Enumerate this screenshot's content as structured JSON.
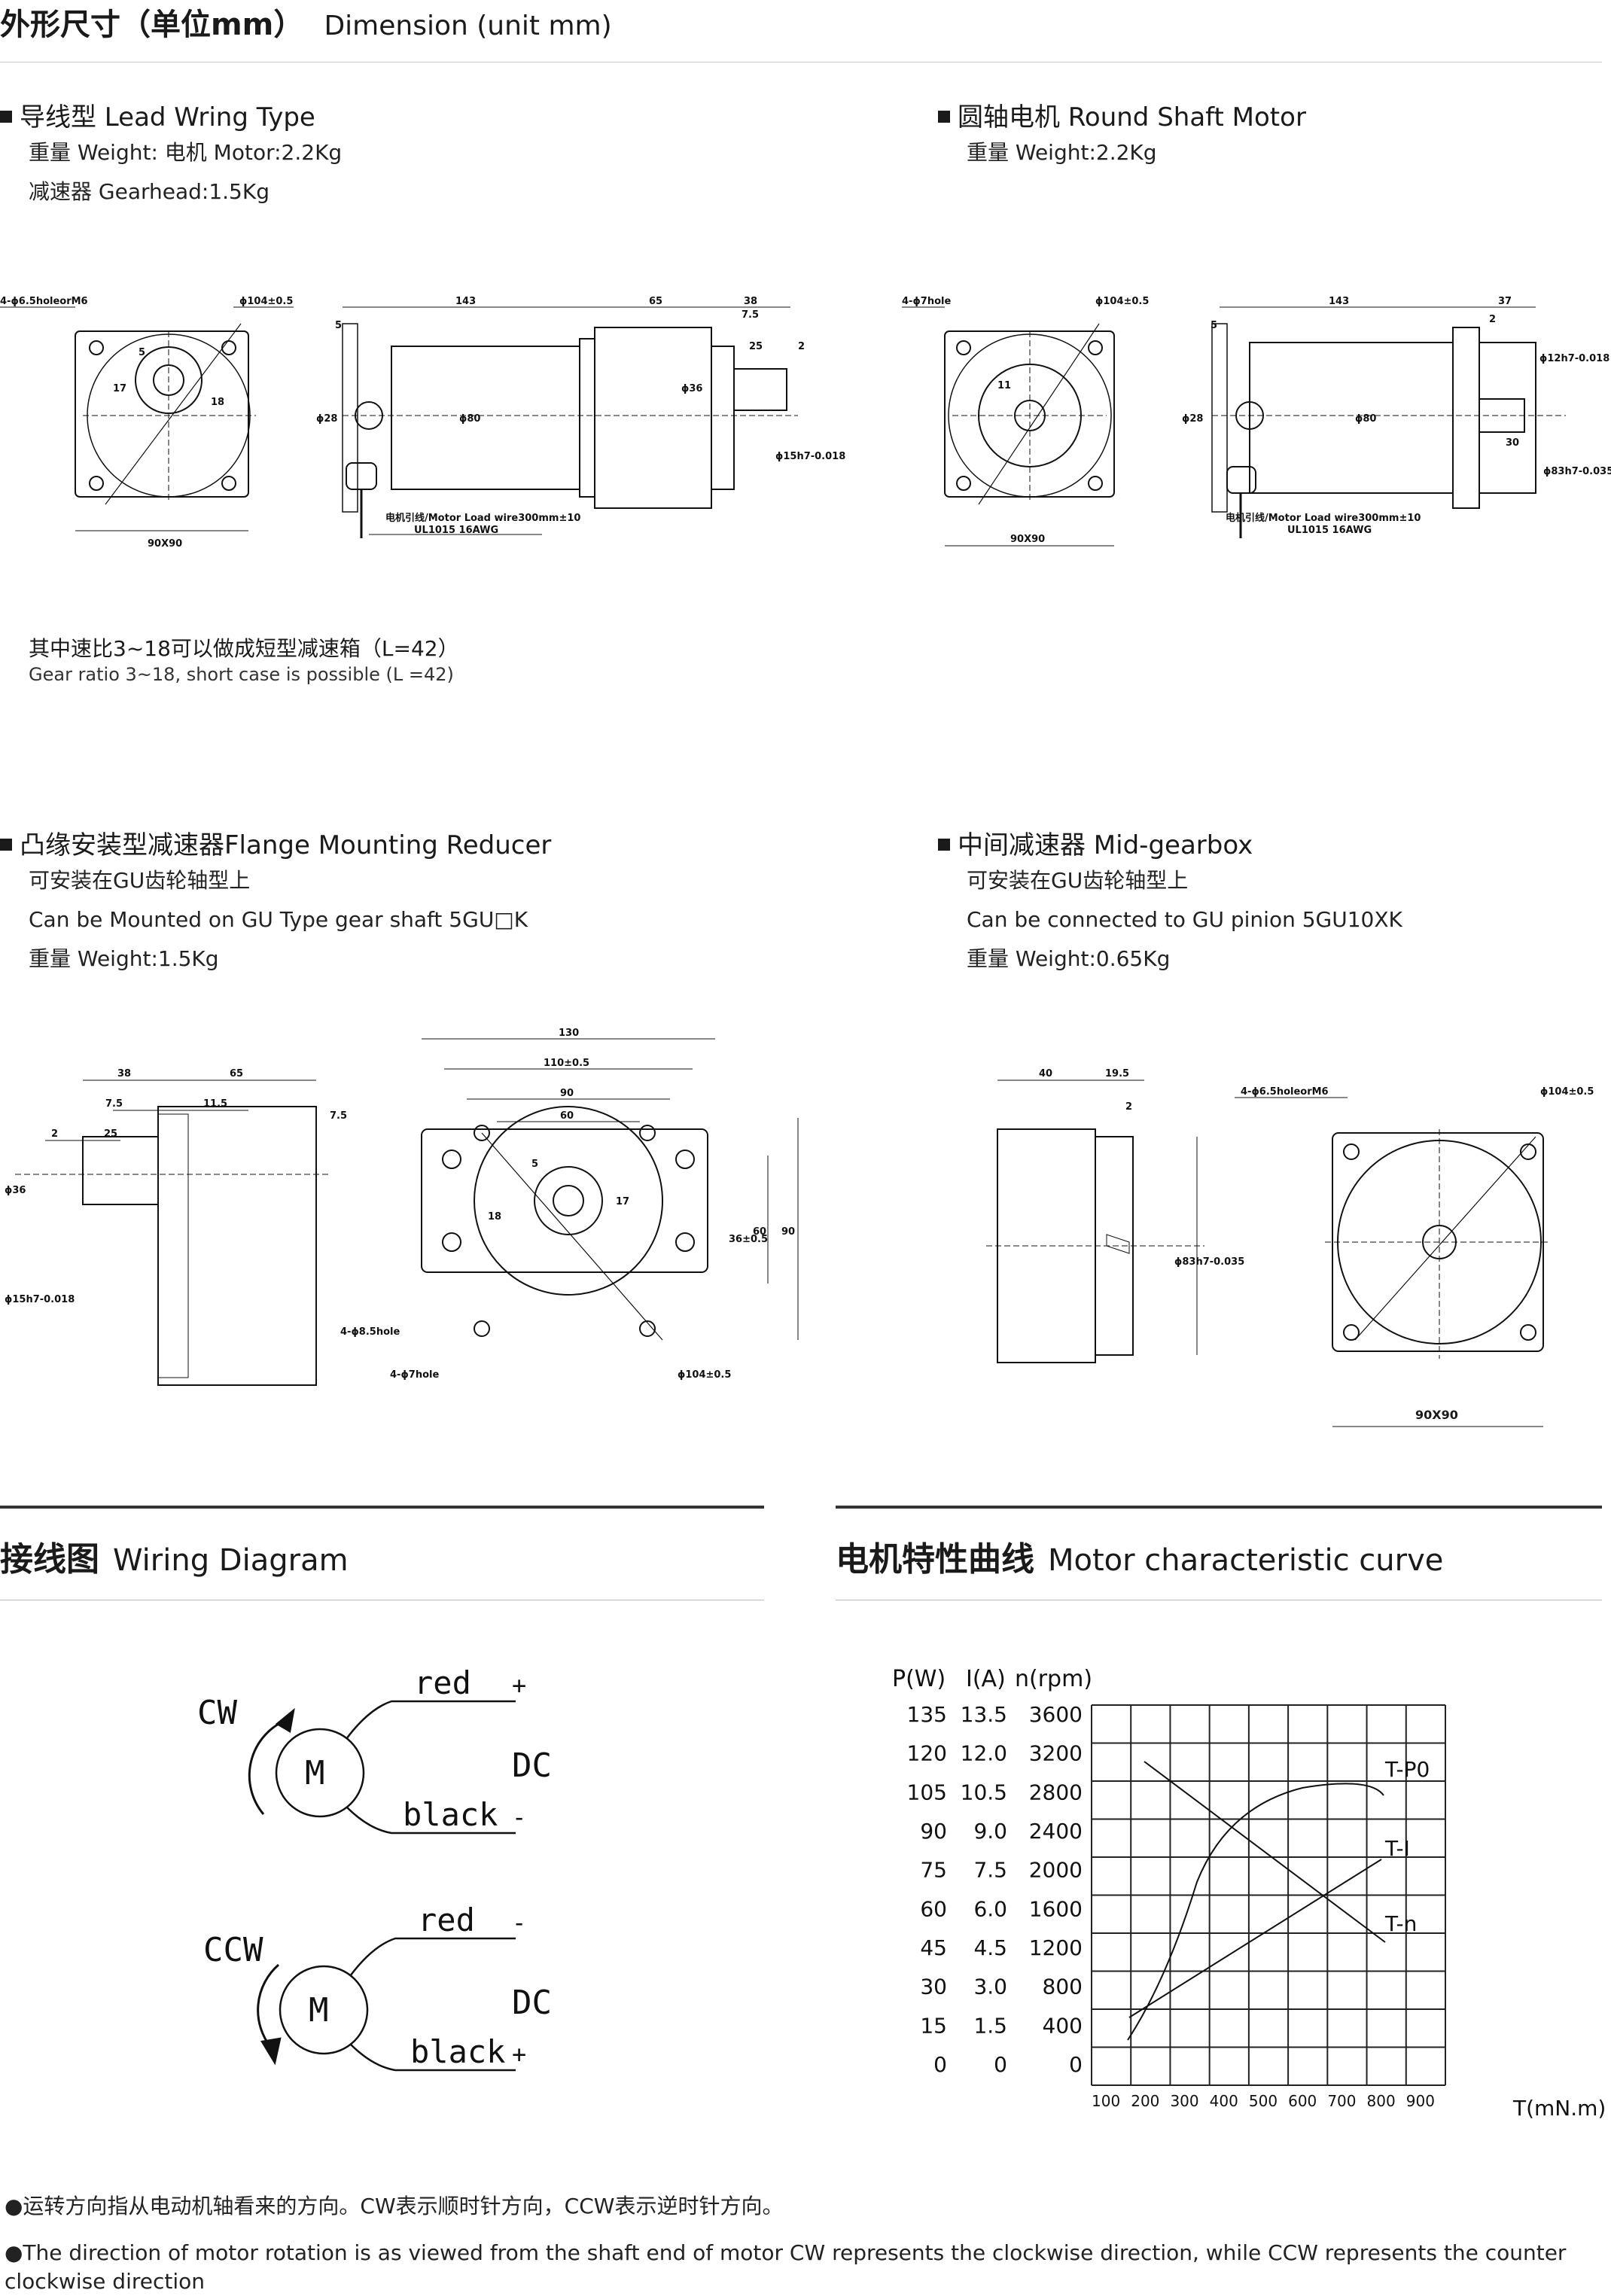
{
  "header": {
    "title_cn": "外形尺寸（单位mm）",
    "title_en": "Dimension (unit mm)"
  },
  "sections": {
    "lead": {
      "heading": "导线型 Lead Wring Type",
      "line1": "重量 Weight:  电机 Motor:2.2Kg",
      "line2": "减速器 Gearhead:1.5Kg"
    },
    "round": {
      "heading": "圆轴电机 Round Shaft Motor",
      "line1": "重量 Weight:2.2Kg"
    },
    "flange": {
      "heading": "凸缘安装型减速器Flange Mounting Reducer",
      "line1": "可安装在GU齿轮轴型上",
      "line2": "Can be Mounted on GU Type gear shaft 5GU□K",
      "line3": "重量 Weight:1.5Kg"
    },
    "mid": {
      "heading": "中间减速器 Mid-gearbox",
      "line1": "可安装在GU齿轮轴型上",
      "line2": "Can be connected to GU pinion 5GU10XK",
      "line3": "重量 Weight:0.65Kg"
    }
  },
  "gear_note": {
    "cn": "其中速比3~18可以做成短型减速箱（L=42）",
    "en": "Gear ratio 3~18, short case is possible (L =42)"
  },
  "dims": {
    "lead": {
      "holes": "4-ϕ6.5holeorM6",
      "pcd": "ϕ104±0.5",
      "l143": "143",
      "l65": "65",
      "l38": "38",
      "l75": "7.5",
      "l25": "25",
      "l2": "2",
      "l5": "5",
      "v17": "17",
      "v18": "18",
      "w5": "5",
      "box": "90X90",
      "d28": "ϕ28",
      "d80": "ϕ80",
      "d36": "ϕ36",
      "d15": "ϕ15h7-0.018",
      "wire1": "电机引线/Motor Load wire300mm±10",
      "wire2": "UL1015 16AWG"
    },
    "round": {
      "holes": "4-ϕ7hole",
      "pcd": "ϕ104±0.5",
      "l143": "143",
      "l37": "37",
      "l2": "2",
      "l5": "5",
      "l30": "30",
      "v11": "11",
      "box": "90X90",
      "d28": "ϕ28",
      "d80": "ϕ80",
      "d12": "ϕ12h7-0.018",
      "d83": "ϕ83h7-0.035",
      "wire1": "电机引线/Motor Load wire300mm±10",
      "wire2": "UL1015 16AWG"
    },
    "flange": {
      "l38": "38",
      "l65": "65",
      "l75a": "7.5",
      "l115": "11.5",
      "l75b": "7.5",
      "l2": "2",
      "l25": "25",
      "d36": "ϕ36",
      "d15": "ϕ15h7-0.018",
      "w130": "130",
      "w110": "110±0.5",
      "w90": "90",
      "w60": "60",
      "h5": "5",
      "h17": "17",
      "h18": "18",
      "h36": "36±0.5",
      "h60": "60",
      "h90": "90",
      "holes1": "4-ϕ8.5hole",
      "holes2": "4-ϕ7hole",
      "pcd": "ϕ104±0.5"
    },
    "mid": {
      "l40": "40",
      "l195": "19.5",
      "l2": "2",
      "d83": "ϕ83h7-0.035",
      "holes": "4-ϕ6.5holeorM6",
      "pcd": "ϕ104±0.5",
      "box": "90X90"
    }
  },
  "wiring": {
    "heading_cn": "接线图",
    "heading_en": "Wiring Diagram",
    "cw": {
      "label": "CW",
      "motor": "M",
      "top_wire": "red",
      "bottom_wire": "black",
      "top_sign": "+",
      "bottom_sign": "-",
      "source": "DC"
    },
    "ccw": {
      "label": "CCW",
      "motor": "M",
      "top_wire": "red",
      "bottom_wire": "black",
      "top_sign": "-",
      "bottom_sign": "+",
      "source": "DC"
    }
  },
  "curve": {
    "heading_cn": "电机特性曲线",
    "heading_en": "Motor characteristic curve",
    "col_headers": [
      "P(W)",
      "I(A)",
      "n(rpm)"
    ],
    "p_ticks": [
      "135",
      "120",
      "105",
      "90",
      "75",
      "60",
      "45",
      "30",
      "15",
      "0"
    ],
    "i_ticks": [
      "13.5",
      "12.0",
      "10.5",
      "9.0",
      "7.5",
      "6.0",
      "4.5",
      "3.0",
      "1.5",
      "0"
    ],
    "n_ticks": [
      "3600",
      "3200",
      "2800",
      "2400",
      "2000",
      "1600",
      "1200",
      "800",
      "400",
      "0"
    ],
    "x_ticks": [
      "100",
      "200",
      "300",
      "400",
      "500",
      "600",
      "700",
      "800",
      "900"
    ],
    "x_label": "T(mN.m)",
    "curves": [
      "T-P0",
      "T-I",
      "T-n"
    ]
  },
  "notes": {
    "cn": "●运转方向指从电动机轴看来的方向。CW表示顺时针方向，CCW表示逆时针方向。",
    "en": "●The direction of motor rotation is as viewed from the shaft end of motor CW represents the clockwise direction, while CCW represents the counter clockwise direction"
  }
}
